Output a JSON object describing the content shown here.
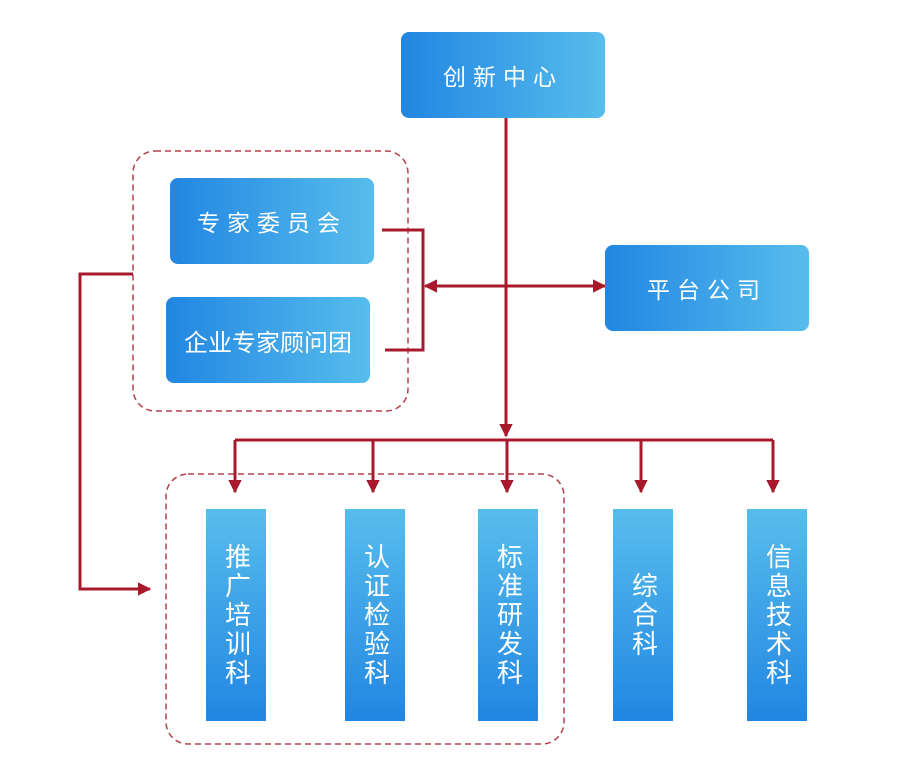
{
  "diagram": {
    "type": "org-chart",
    "colors": {
      "node_gradient_start": "#2286e2",
      "node_gradient_end": "#57bdec",
      "connector": "#a8192e",
      "group_border": "#b5404f",
      "text": "#ffffff"
    },
    "nodes": {
      "innovation_center": "创新中心",
      "expert_committee": "专家委员会",
      "enterprise_advisory_group": "企业专家顾问团",
      "platform_company": "平台公司",
      "promotion_training": "推广培训科",
      "certification_testing": "认证检验科",
      "standards_rd": "标准研发科",
      "general_affairs": "综合科",
      "information_technology": "信息技术科"
    },
    "groups": [
      {
        "name": "expert-group",
        "members": [
          "expert_committee",
          "enterprise_advisory_group"
        ]
      },
      {
        "name": "technical-departments-group",
        "members": [
          "promotion_training",
          "certification_testing",
          "standards_rd"
        ]
      }
    ],
    "edges": [
      {
        "from": "innovation_center",
        "to": "promotion_training",
        "style": "arrow"
      },
      {
        "from": "innovation_center",
        "to": "certification_testing",
        "style": "arrow"
      },
      {
        "from": "innovation_center",
        "to": "standards_rd",
        "style": "arrow"
      },
      {
        "from": "innovation_center",
        "to": "general_affairs",
        "style": "arrow"
      },
      {
        "from": "innovation_center",
        "to": "information_technology",
        "style": "arrow"
      },
      {
        "from": "expert-group",
        "to": "platform_company",
        "style": "double-arrow"
      },
      {
        "from": "expert-group",
        "to": "technical-departments-group",
        "style": "arrow"
      }
    ]
  }
}
